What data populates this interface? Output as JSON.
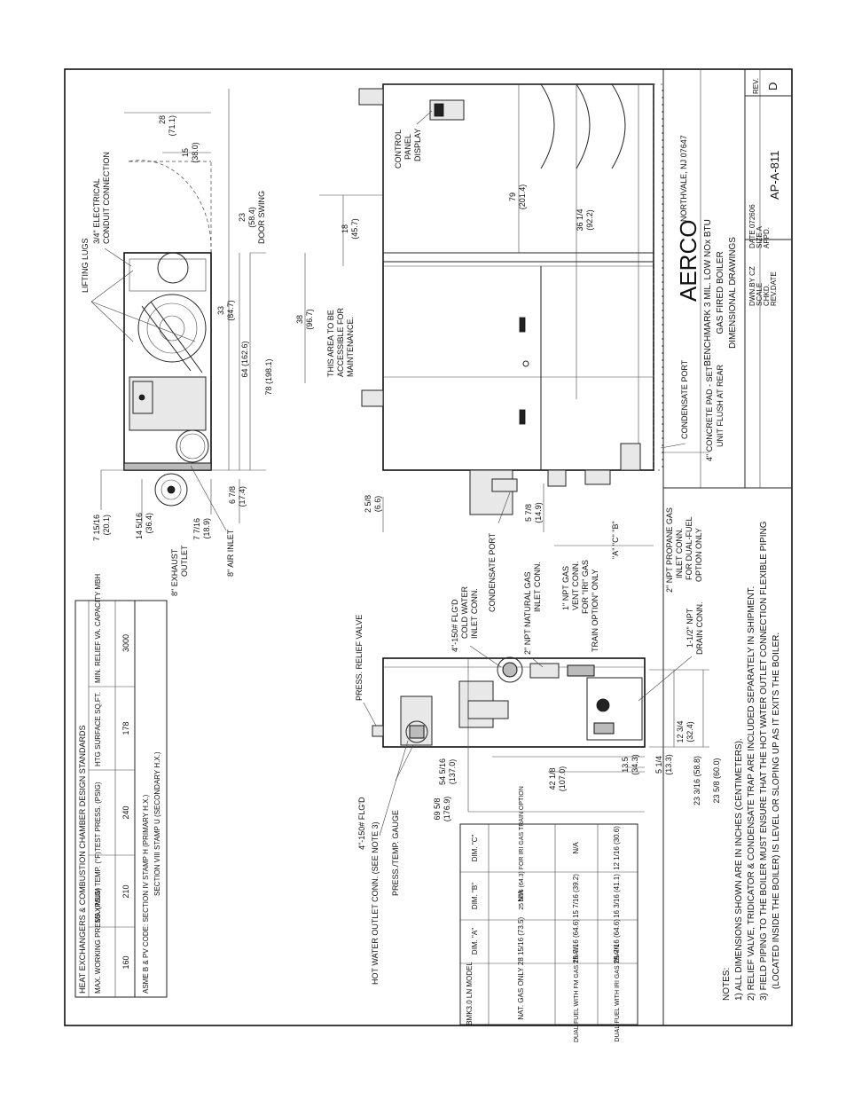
{
  "title_block": {
    "company": "AERCO",
    "address": "NORTHVALE, NJ  07647",
    "title_lines": [
      "BENCHMARK 3 MIL. LOW NOx BTU",
      "GAS FIRED BOILER",
      "DIMENSIONAL DRAWINGS"
    ],
    "dwn_by": "DWN.BY  CZ",
    "date": "DATE 072606",
    "scale": "SCALE",
    "size": "SIZE  A",
    "chkd": "CHKD.",
    "appd": "APPD.",
    "rev_date": "REV.DATE",
    "drawing_no": "AP-A-811",
    "rev_label": "REV.",
    "rev": "D"
  },
  "design_table": {
    "title": "HEAT EXCHANGERS & COMBUSTION CHAMBER DESIGN STANDARDS",
    "headers": [
      "MAX. WORKING PRESS. (PSIG)",
      "MAXIMUM TEMP. (°F)",
      "TEST PRESS. (PSIG)",
      "HTG SURFACE SQ.FT.",
      "MIN. RELIEF VA. CAPACITY MBH"
    ],
    "values": [
      "160",
      "210",
      "240",
      "178",
      "3000"
    ],
    "code_line1": "ASME B & PV CODE: SECTION IV STAMP H (PRIMARY H.X.)",
    "code_line2": "SECTION VIII STAMP U (SECONDARY H.X.)"
  },
  "dim_table": {
    "headers": [
      "BMK3.0 LN MODEL",
      "DIM. \"A\"",
      "DIM. \"B\"",
      "DIM. \"C\""
    ],
    "rows": [
      [
        "NAT. GAS ONLY",
        "28 15/16 (73.5)",
        "N/A",
        "25 5/16 (64.3) FOR IRI GAS TRAIN OPTION"
      ],
      [
        "DUAL-FUEL WITH FM GAS TRAIN",
        "25 7/16 (64.6)",
        "15 7/16 (39.2)",
        "N/A"
      ],
      [
        "DUAL-FUEL WITH IRI GAS TRAIN",
        "25 7/16 (64.6)",
        "16 3/16 (41.1)",
        "12 1/16 (30.6)"
      ]
    ]
  },
  "notes": {
    "heading": "NOTES:",
    "lines": [
      "1) ALL DIMENSIONS SHOWN ARE IN INCHES (CENTIMETERS).",
      "2) RELIEF VALVE, TRIDICATOR & CONDENSATE TRAP ARE INCLUDED SEPARATELY IN SHIPMENT.",
      "3) FIELD PIPING TO THE BOILER MUST ENSURE THAT THE HOT WATER OUTLET CONNECTION FLEXIBLE PIPING",
      "(LOCATED INSIDE THE BOILER) IS LEVEL OR SLOPING UP AS IT EXITS THE BOILER."
    ]
  },
  "top_view": {
    "dims": {
      "d28": "28",
      "d28c": "(71.1)",
      "d15": "15",
      "d15c": "(38.0)",
      "d23": "23",
      "d23c": "(58.4)",
      "door": "DOOR SWING",
      "d33": "33",
      "d33c": "(84.7)",
      "d64": "64 (162.6)",
      "d78": "78 (198.1)",
      "d7_15": "7 15/16",
      "d7_15c": "(20.1)",
      "d14": "14 5/16",
      "d14c": "(36.4)",
      "d7_7": "7 7/16",
      "d7_7c": "(18.9)",
      "d6": "6 7/8",
      "d6c": "(17.4)"
    },
    "labels": {
      "elec1": "3/4\" ELECTRICAL",
      "elec2": "CONDUIT CONNECTION",
      "lifting": "LIFTING LUGS",
      "exh1": "8\" EXHAUST",
      "exh2": "OUTLET",
      "air": "8\" AIR INLET"
    }
  },
  "side_view": {
    "dims": {
      "d38": "38",
      "d38c": "(96.7)",
      "d18": "18",
      "d18c": "(45.7)",
      "d79": "79",
      "d79c": "(201.4)",
      "d36": "36 1/4",
      "d36c": "(92.2)",
      "d2_5": "2 5/8",
      "d2_5c": "(6.6)",
      "d5_7": "5 7/8",
      "d5_7c": "(14.9)",
      "abc": "\"A\"  \"C\"  \"B\""
    },
    "labels": {
      "maint1": "THIS AREA TO BE",
      "maint2": "ACCESSIBLE FOR",
      "maint3": "MAINTENANCE.",
      "cp1": "CONTROL",
      "cp2": "PANEL",
      "cp3": "DISPLAY",
      "cond_top": "CONDENSATE PORT",
      "pad1": "4\" CONCRETE PAD - SET",
      "pad2": "UNIT FLUSH AT REAR",
      "cond_bot": "CONDENSATE PORT",
      "prop1": "2\" NPT PROPANE GAS",
      "prop2": "INLET CONN.",
      "prop3": "FOR DUAL-FUEL",
      "prop4": "OPTION ONLY"
    }
  },
  "front_view": {
    "dims": {
      "d69": "69 5/8",
      "d69c": "(176.9)",
      "d54": "54 5/16",
      "d54c": "(137.0)",
      "d42": "42 1/8",
      "d42c": "(107.0)",
      "d13": "13.5",
      "d13c": "(34.3)",
      "d5_1": "5 1/4",
      "d5_1c": "(13.3)",
      "d12": "12 3/4",
      "d12c": "(32.4)",
      "d23a": "23 3/16 (58.8)",
      "d23b": "23 5/8 (60.0)"
    },
    "labels": {
      "relief": "PRESS. RELIEF VALVE",
      "hw1": "4\"-150# FLG'D",
      "hw2": "HOT WATER OUTLET CONN. (SEE NOTE 3)",
      "gauge": "PRESS./TEMP. GAUGE",
      "cw1": "4\"-150# FLG'D",
      "cw2": "COLD WATER",
      "cw3": "INLET CONN.",
      "ng": "2\" NPT NATURAL GAS",
      "ng2": "INLET CONN.",
      "vent1": "1\" NPT GAS",
      "vent2": "VENT CONN.",
      "vent3": "FOR \"IRI\" GAS",
      "vent4": "TRAIN OPTION\" ONLY",
      "drain1": "1-1/2\" NPT",
      "drain2": "DRAIN CONN."
    }
  }
}
